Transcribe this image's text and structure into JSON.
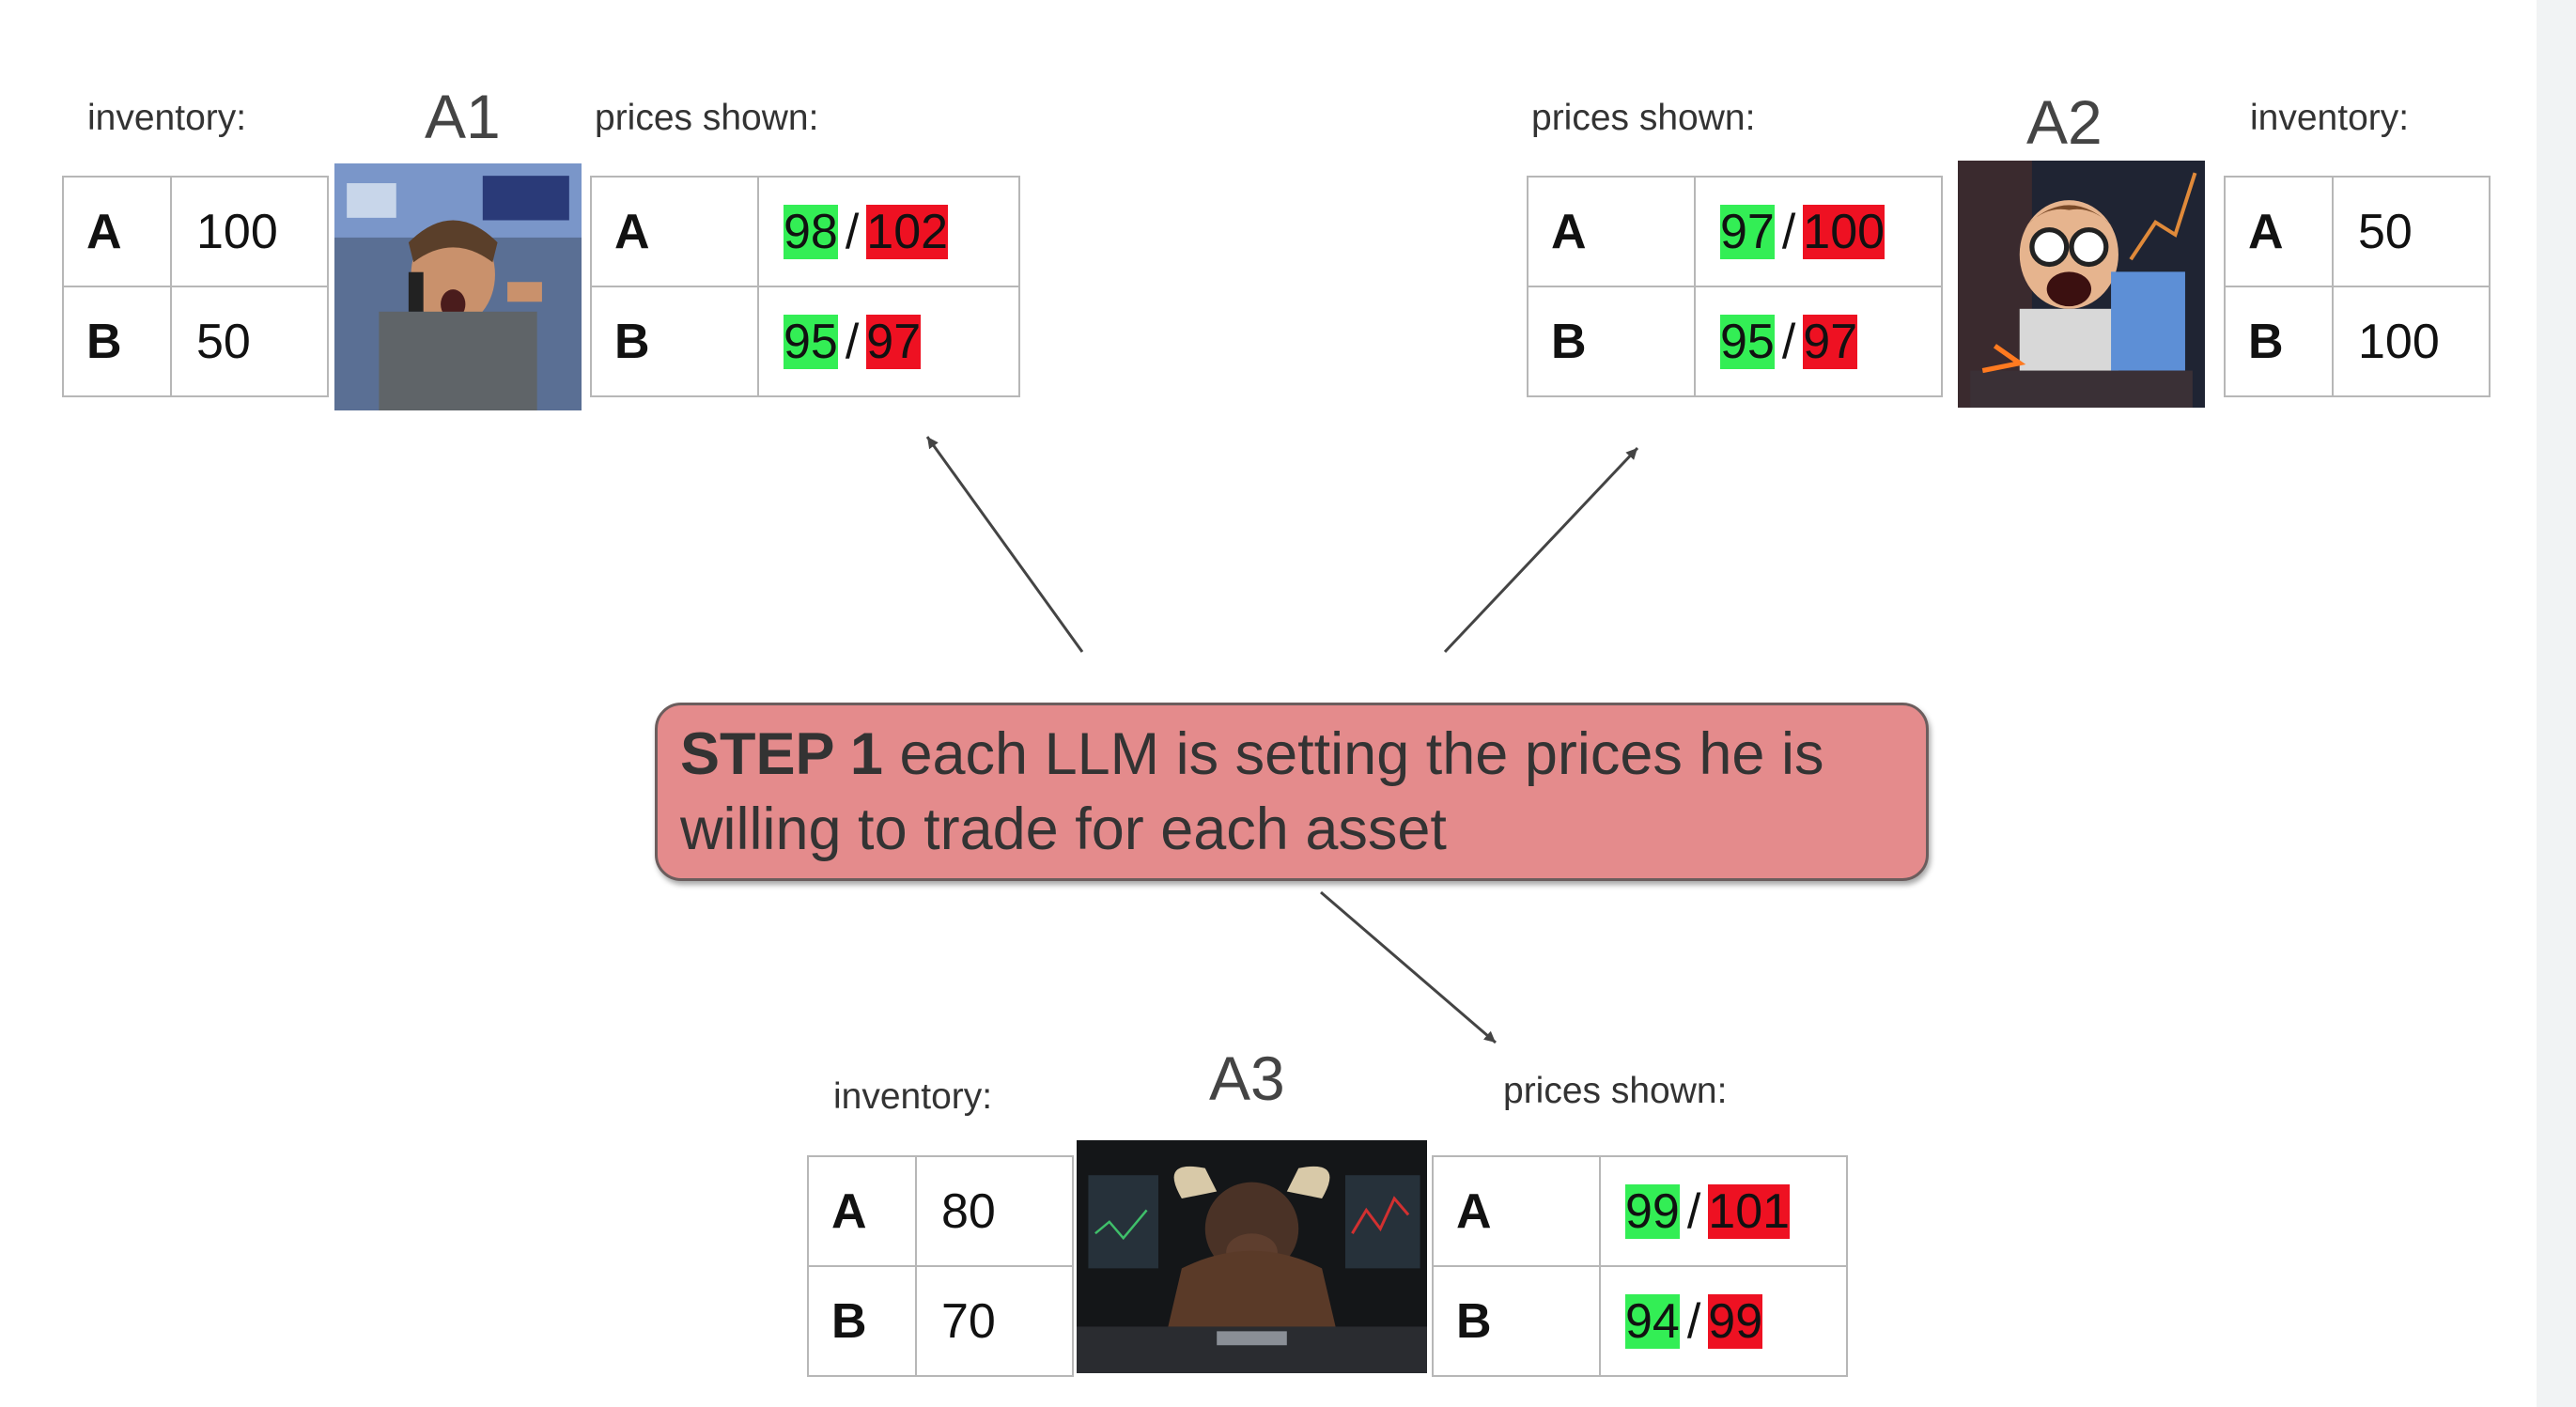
{
  "step": {
    "bold": "STEP 1",
    "text": " each LLM is setting the prices he is willing to trade for each asset"
  },
  "labels": {
    "inventory": "inventory:",
    "prices_shown": "prices shown:"
  },
  "agents": [
    {
      "name": "A1",
      "inventory": [
        {
          "asset": "A",
          "qty": "100"
        },
        {
          "asset": "B",
          "qty": "50"
        }
      ],
      "prices": [
        {
          "asset": "A",
          "bid": "98",
          "ask": "102"
        },
        {
          "asset": "B",
          "bid": "95",
          "ask": "97"
        }
      ]
    },
    {
      "name": "A2",
      "inventory": [
        {
          "asset": "A",
          "qty": "50"
        },
        {
          "asset": "B",
          "qty": "100"
        }
      ],
      "prices": [
        {
          "asset": "A",
          "bid": "97",
          "ask": "100"
        },
        {
          "asset": "B",
          "bid": "95",
          "ask": "97"
        }
      ]
    },
    {
      "name": "A3",
      "inventory": [
        {
          "asset": "A",
          "qty": "80"
        },
        {
          "asset": "B",
          "qty": "70"
        }
      ],
      "prices": [
        {
          "asset": "A",
          "bid": "99",
          "ask": "101"
        },
        {
          "asset": "B",
          "bid": "94",
          "ask": "99"
        }
      ]
    }
  ],
  "price_separator": "/",
  "colors": {
    "bid": "#33ee55",
    "ask": "#ee1122",
    "step_box": "#e48b8c",
    "arrow": "#444444"
  }
}
